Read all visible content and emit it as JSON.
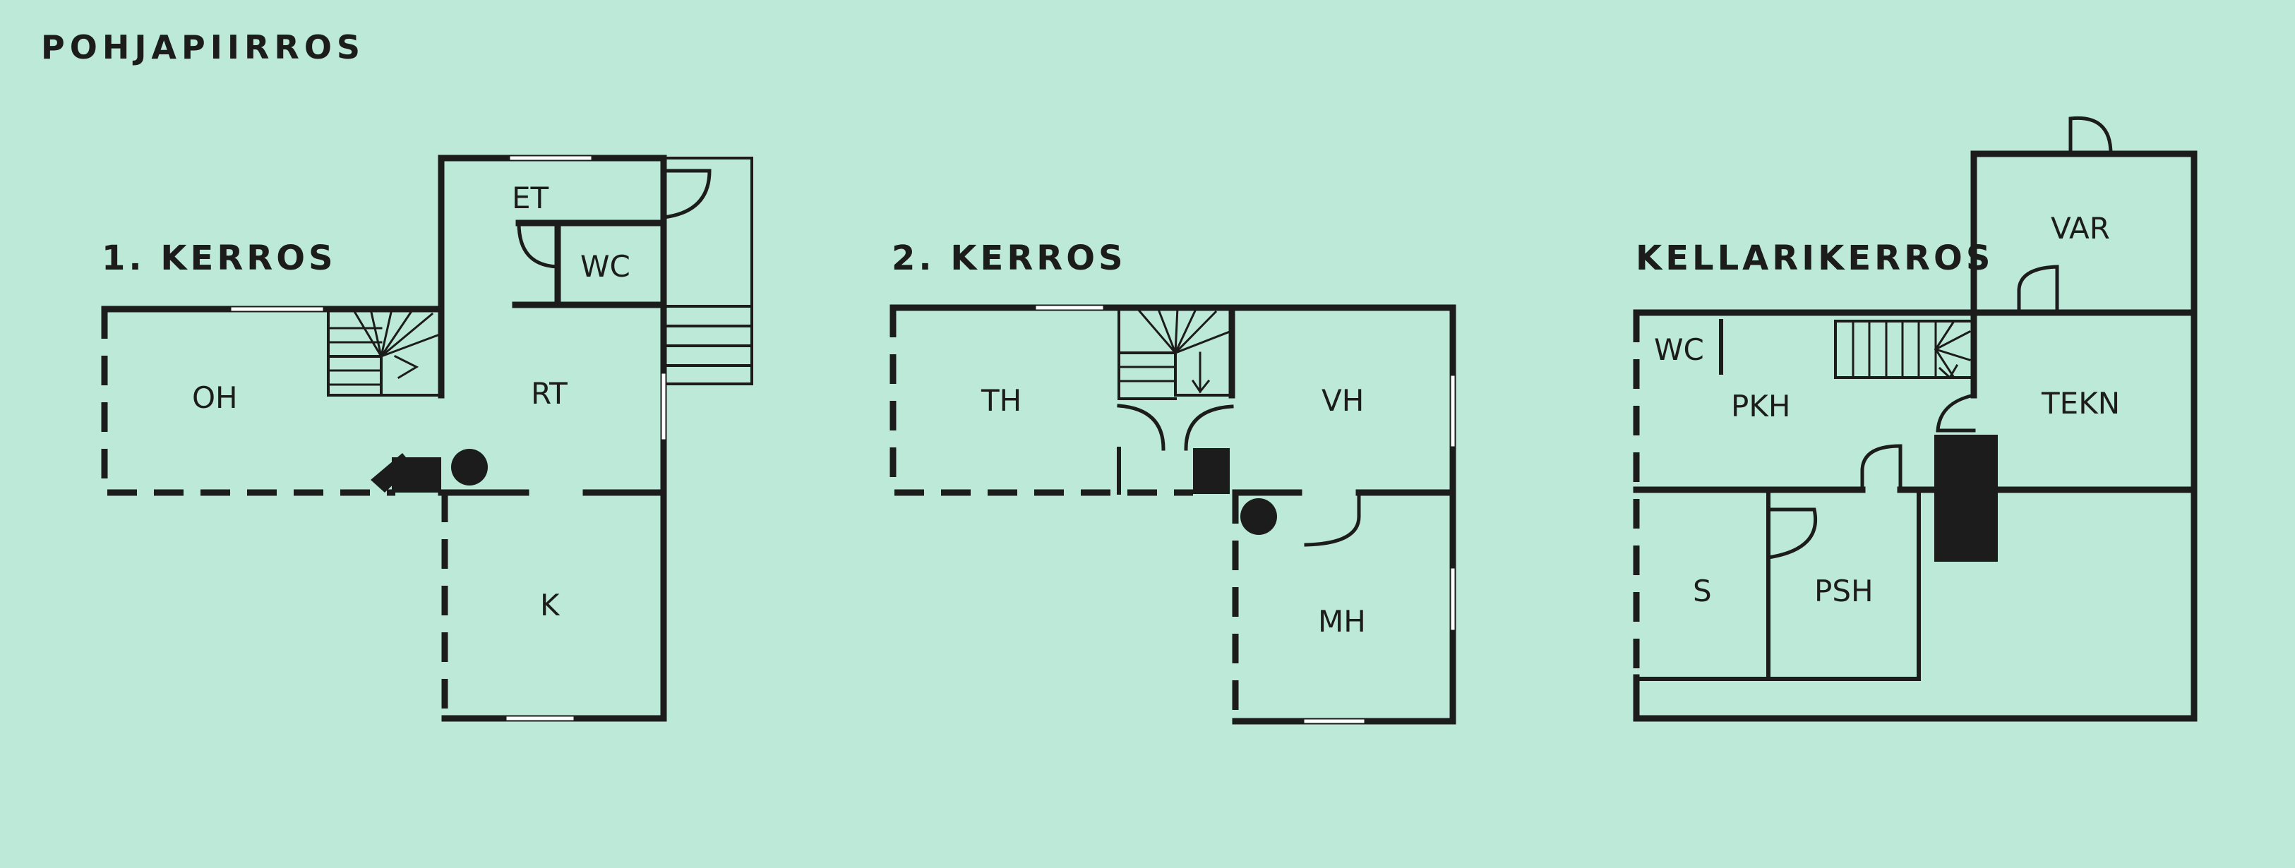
{
  "title": "POHJAPIIRROS",
  "floors": {
    "first": {
      "heading": "1. KERROS",
      "rooms": {
        "et": "ET",
        "wc": "WC",
        "oh": "OH",
        "rt": "RT",
        "k": "K"
      }
    },
    "second": {
      "heading": "2. KERROS",
      "rooms": {
        "th": "TH",
        "vh": "VH",
        "mh": "MH"
      }
    },
    "basement": {
      "heading": "KELLARIKERROS",
      "rooms": {
        "var": "VAR",
        "wc": "WC",
        "pkh": "PKH",
        "tekn": "TEKN",
        "s": "S",
        "psh": "PSH"
      }
    }
  },
  "colors": {
    "background": "#bde9d8",
    "wall": "#1c1c1c",
    "window": "#ffffff"
  }
}
